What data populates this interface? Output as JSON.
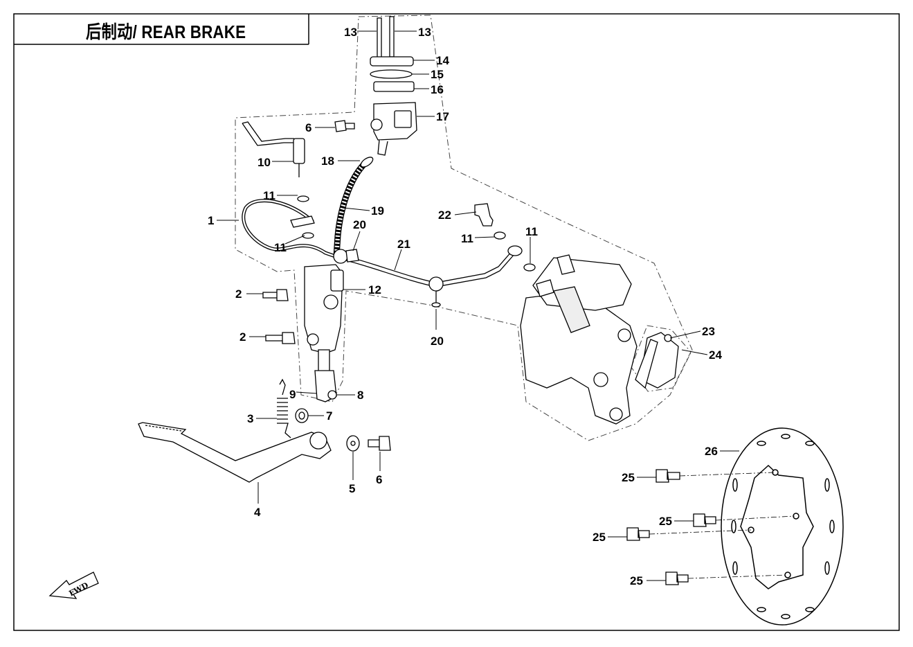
{
  "title": "后制动/ REAR BRAKE",
  "fwd_label": "FWD",
  "callouts": {
    "c1": "1",
    "c2a": "2",
    "c2b": "2",
    "c3": "3",
    "c4": "4",
    "c5": "5",
    "c6a": "6",
    "c6b": "6",
    "c7": "7",
    "c8": "8",
    "c9": "9",
    "c10": "10",
    "c11a": "11",
    "c11b": "11",
    "c11c": "11",
    "c11d": "11",
    "c12": "12",
    "c13a": "13",
    "c13b": "13",
    "c14": "14",
    "c15": "15",
    "c16": "16",
    "c17": "17",
    "c18": "18",
    "c19": "19",
    "c20a": "20",
    "c20b": "20",
    "c21": "21",
    "c22": "22",
    "c23": "23",
    "c24": "24",
    "c25a": "25",
    "c25b": "25",
    "c25c": "25",
    "c25d": "25",
    "c26": "26"
  }
}
